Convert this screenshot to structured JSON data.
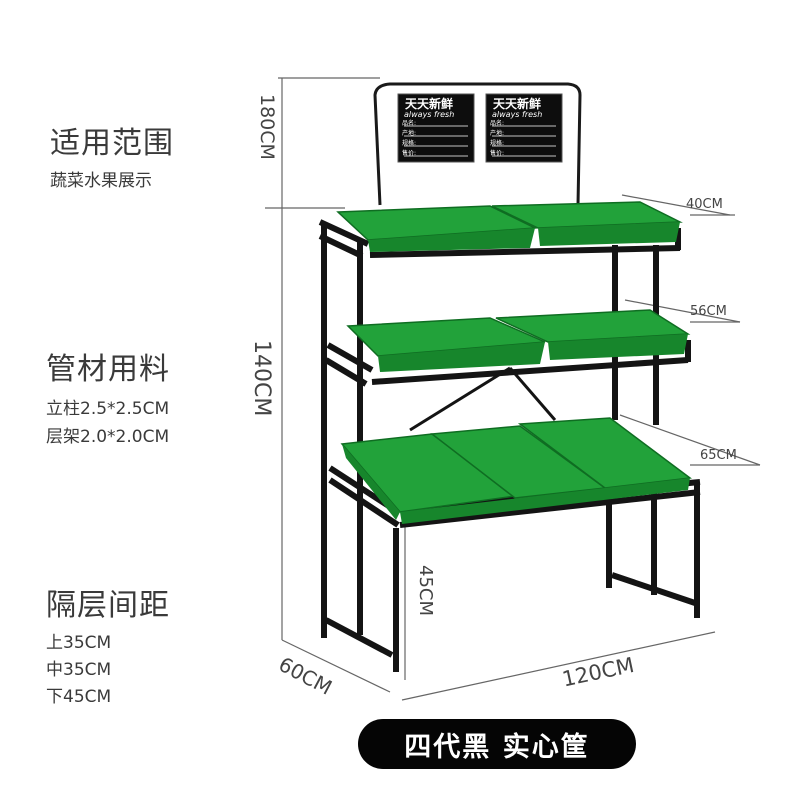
{
  "left_panel": {
    "section1": {
      "title": "适用范围",
      "lines": [
        "蔬菜水果展示"
      ]
    },
    "section2": {
      "title": "管材用料",
      "lines": [
        "立柱2.5*2.5CM",
        "层架2.0*2.0CM"
      ]
    },
    "section3": {
      "title": "隔层间距",
      "lines": [
        "上35CM",
        "中35CM",
        "下45CM"
      ]
    }
  },
  "dimensions": {
    "total_height": "180CM",
    "frame_height": "140CM",
    "bottom_clearance": "45CM",
    "depth": "60CM",
    "width": "120CM",
    "tier_top": "40CM",
    "tier_middle": "56CM",
    "tier_bottom": "65CM"
  },
  "signs": {
    "title": "天天新鲜",
    "subtitle": "always fresh",
    "fields": [
      "品名:",
      "产地:",
      "规格:",
      "售价:"
    ]
  },
  "footer": {
    "label": "四代黑 实心筐"
  },
  "colors": {
    "frame": "#141414",
    "basket": "#1f9a35",
    "basket_dark": "#137a26",
    "bar": "#050505"
  }
}
